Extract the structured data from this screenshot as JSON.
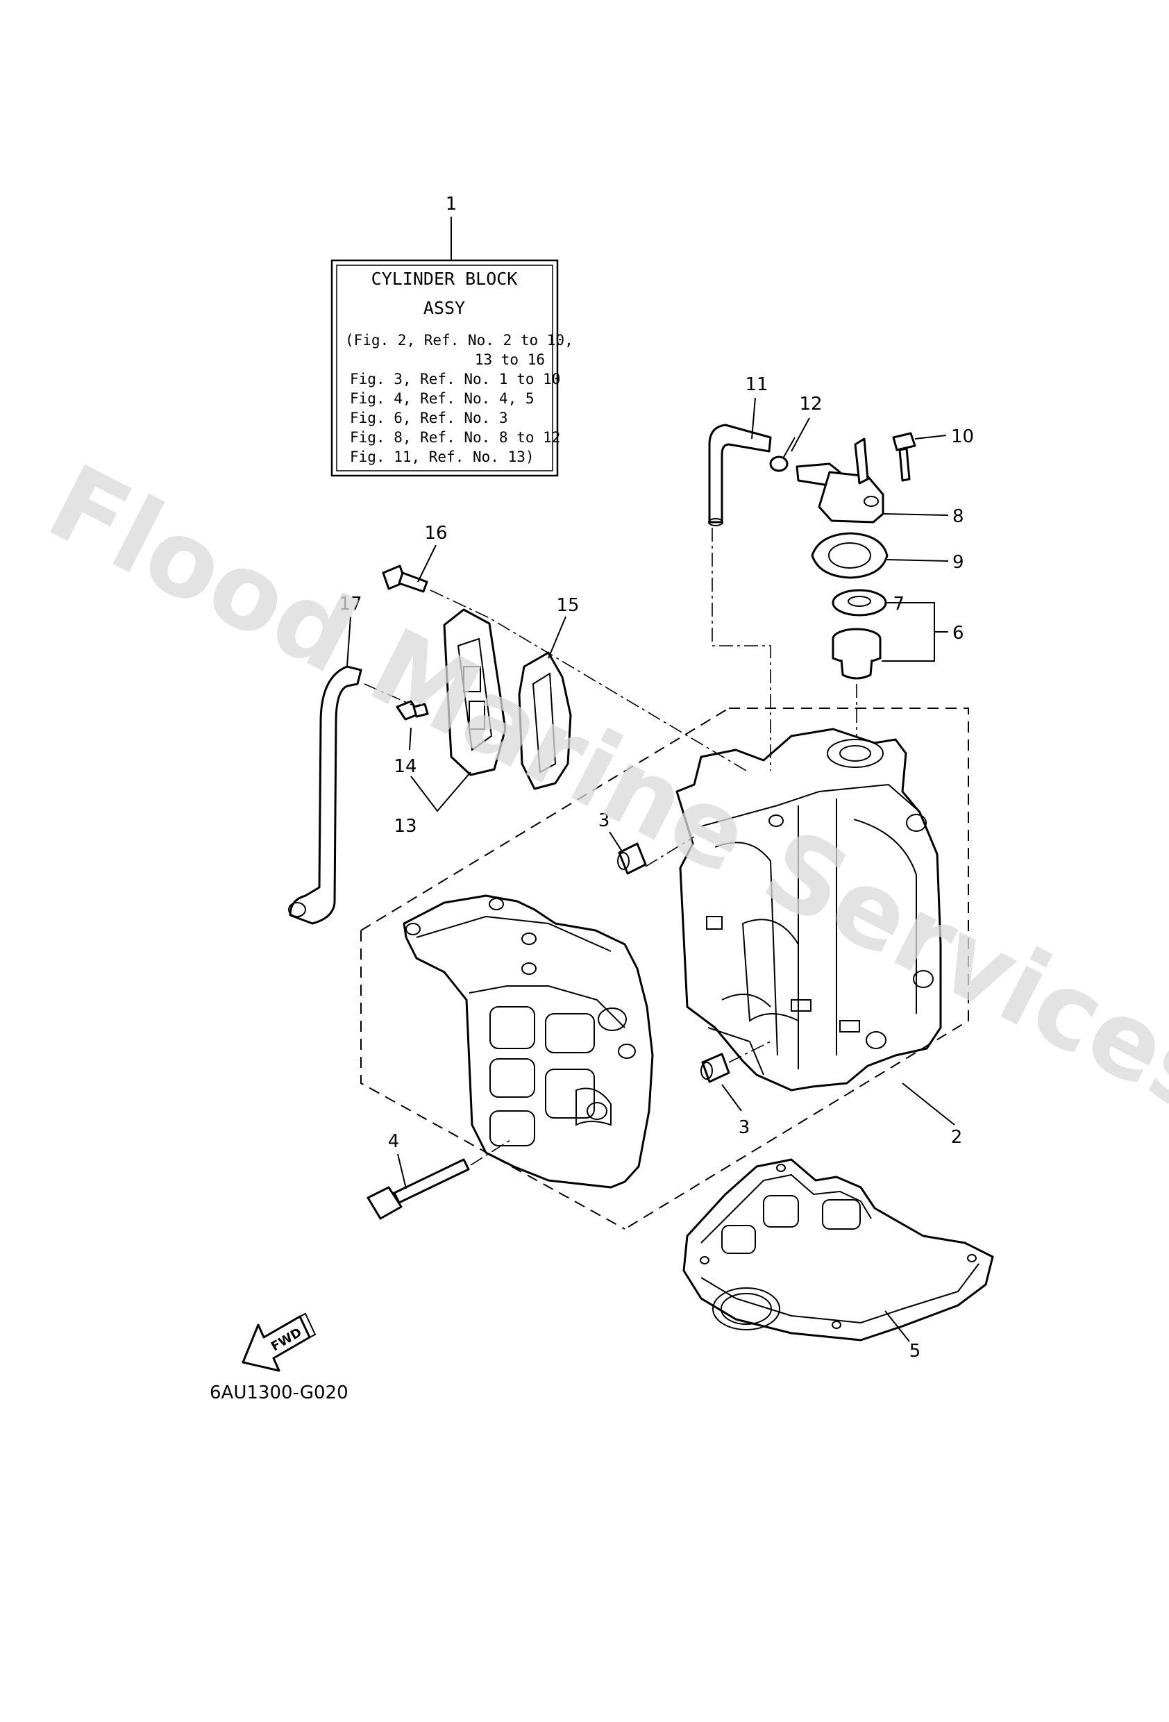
{
  "watermark": "Flood Marine Services",
  "info_box": {
    "title_line1": "CYLINDER BLOCK",
    "title_line2": "ASSY",
    "lines": [
      "(Fig. 2, Ref. No. 2 to 10,",
      "13 to 16",
      "Fig. 3, Ref. No. 1 to 10",
      "Fig. 4, Ref. No. 4, 5",
      "Fig. 6, Ref. No. 3",
      "Fig. 8, Ref. No. 8 to 12",
      "Fig. 11, Ref. No. 13)"
    ]
  },
  "callouts": {
    "c1": "1",
    "c2": "2",
    "c3a": "3",
    "c3b": "3",
    "c4": "4",
    "c5": "5",
    "c6": "6",
    "c7": "7",
    "c8": "8",
    "c9": "9",
    "c10": "10",
    "c11": "11",
    "c12": "12",
    "c13": "13",
    "c14": "14",
    "c15": "15",
    "c16": "16",
    "c17": "17"
  },
  "fwd_label": "FWD",
  "figure_code": "6AU1300-G020"
}
